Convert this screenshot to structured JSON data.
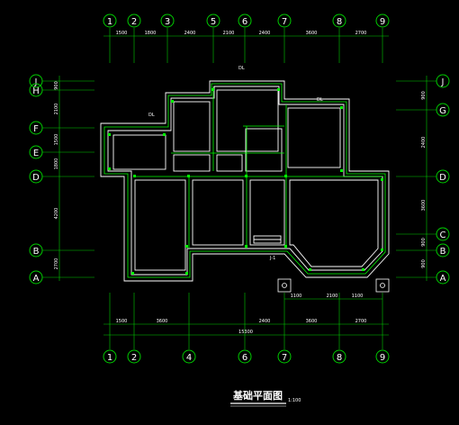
{
  "drawing": {
    "title": "基础平面图",
    "scale_note": "1:100",
    "colors": {
      "background": "#000000",
      "axis_lines": "#00cc00",
      "walls": "#ffffff",
      "foundation": "#00ff00",
      "text": "#ffffff",
      "labels": "#ffffff"
    }
  },
  "axes": {
    "vertical_top": [
      "1",
      "2",
      "3",
      "5",
      "6",
      "7",
      "8",
      "9"
    ],
    "vertical_bottom": [
      "1",
      "2",
      "4",
      "6",
      "7",
      "8",
      "9"
    ],
    "horizontal_left": [
      "J",
      "H",
      "F",
      "E",
      "D",
      "B",
      "A"
    ],
    "horizontal_right": [
      "J",
      "G",
      "D",
      "C",
      "B",
      "A"
    ]
  },
  "dimensions": {
    "top": [
      "1500",
      "1800",
      "2400",
      "2100",
      "2400",
      "3600",
      "2700"
    ],
    "bottom_row1": [
      "1500",
      "3600",
      "2400",
      "3600",
      "2700"
    ],
    "bottom_total": "15300",
    "bottom_small": [
      "1100",
      "2100",
      "1100"
    ],
    "left": [
      "900",
      "2100",
      "1500",
      "1800",
      "4200",
      "2700"
    ],
    "right": [
      "900",
      "2400",
      "3600",
      "900",
      "900"
    ]
  },
  "notes": {
    "center_label_a": "DL",
    "corner_label": "J-1"
  }
}
